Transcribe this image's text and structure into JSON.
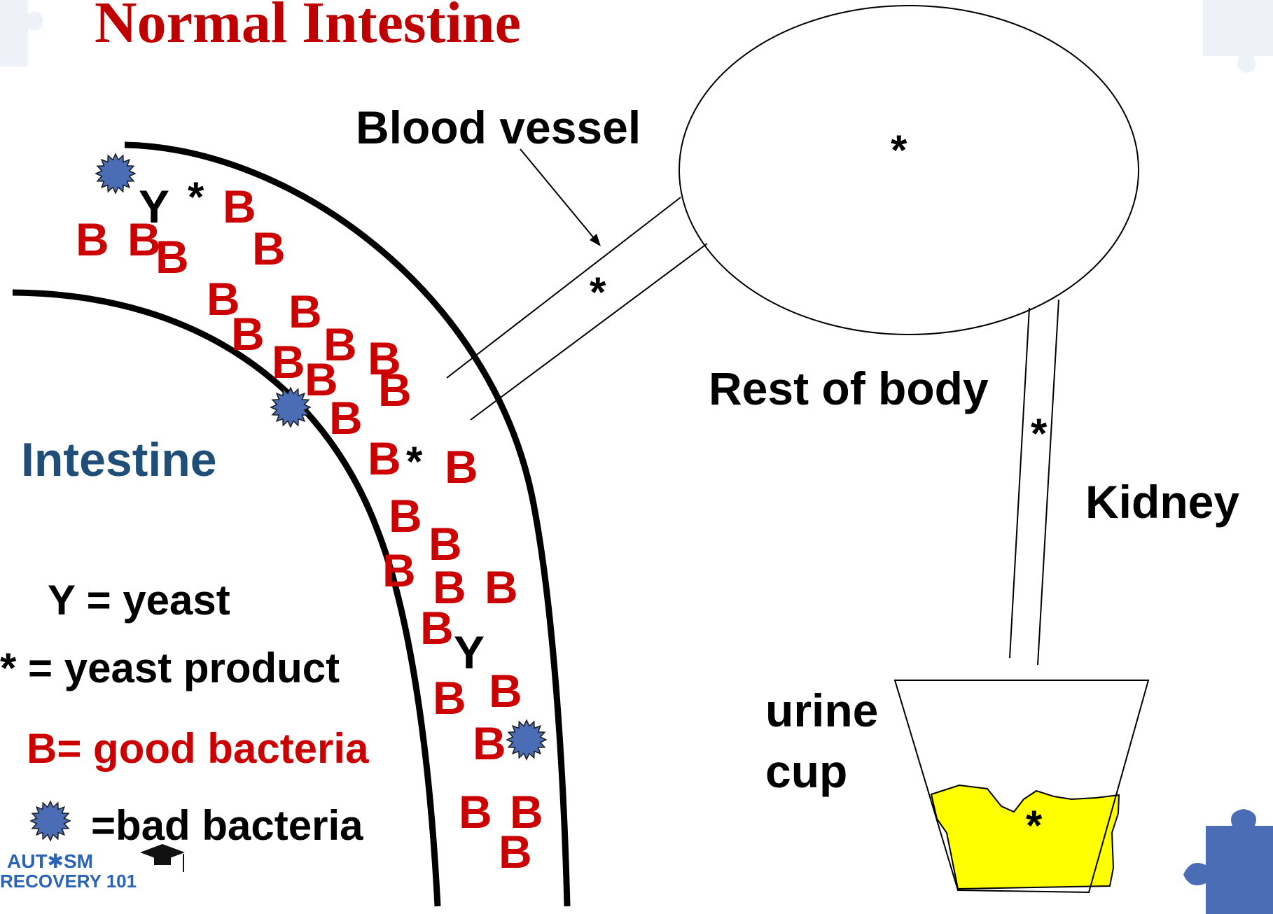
{
  "title": "Normal Intestine",
  "labels": {
    "blood_vessel": "Blood vessel",
    "rest_of_body": "Rest of body",
    "kidney": "Kidney",
    "urine": "urine",
    "cup": "cup",
    "intestine": "Intestine"
  },
  "legend": {
    "yeast": "Y = yeast",
    "yeast_product": "* = yeast product",
    "good_bacteria": "B= good bacteria",
    "bad_bacteria": "=bad bacteria"
  },
  "logo": {
    "line1": "AUT✱SM",
    "line2": "RECOVERY 101"
  },
  "symbols": {
    "bacteria": "B",
    "yeast": "Y",
    "yeast_product": "*"
  },
  "colors": {
    "title_red": "#c00000",
    "bacteria_red": "#cc0000",
    "intestine_blue": "#1f4e79",
    "bad_bacteria_blue": "#4a6db5",
    "urine_yellow": "#ffff00",
    "puzzle_blue": "#4a6db5"
  }
}
